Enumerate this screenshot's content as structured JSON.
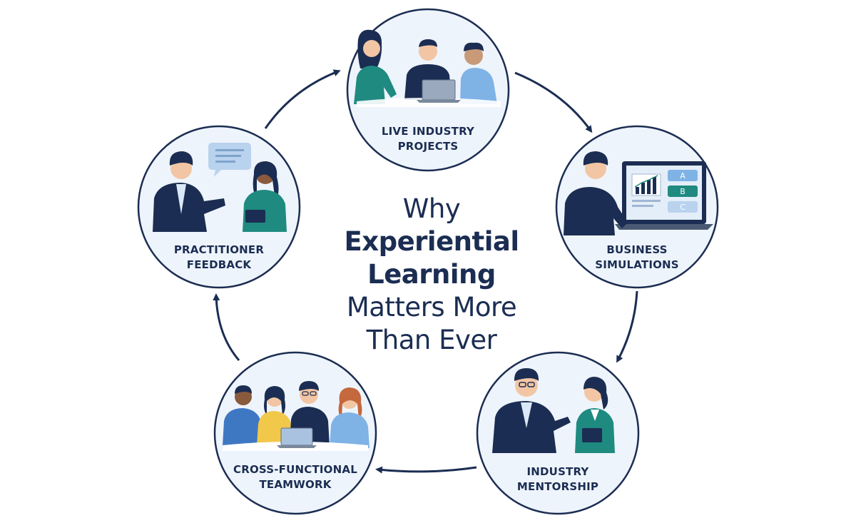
{
  "title": {
    "line1": "Why",
    "line2": "Experiential",
    "line3": "Learning",
    "line4": "Matters More",
    "line5": "Than Ever"
  },
  "nodes": [
    {
      "key": "live-industry-projects",
      "line1": "LIVE INDUSTRY",
      "line2": "PROJECTS"
    },
    {
      "key": "business-simulations",
      "line1": "BUSINESS",
      "line2": "SIMULATIONS"
    },
    {
      "key": "industry-mentorship",
      "line1": "INDUSTRY",
      "line2": "MENTORSHIP"
    },
    {
      "key": "cross-functional-teamwork",
      "line1": "CROSS-FUNCTIONAL",
      "line2": "TEAMWORK"
    },
    {
      "key": "practitioner-feedback",
      "line1": "PRACTITIONER",
      "line2": "FEEDBACK"
    }
  ],
  "simulation_screen": {
    "option_a": "A",
    "option_b": "B",
    "option_c": "C"
  },
  "colors": {
    "navy": "#1b2d52",
    "circle_fill": "#eef4fb",
    "teal": "#1f8a80",
    "light_blue": "#7fb3e6",
    "yellow": "#f2c84b",
    "skin": "#f2c6a4"
  },
  "icons": [
    "arrow-icon",
    "speech-bubble-icon",
    "laptop-icon",
    "bar-chart-icon",
    "tablet-icon"
  ]
}
